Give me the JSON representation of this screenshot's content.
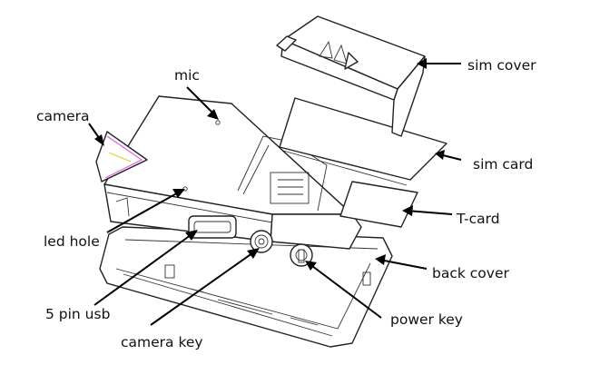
{
  "labels": {
    "mic": "mic",
    "camera": "camera",
    "sim_cover": "sim cover",
    "sim_card": "sim card",
    "t_card": "T-card",
    "led_hole": "led hole",
    "back_cover": "back cover",
    "five_pin_usb": "5 pin usb",
    "power_key": "power key",
    "camera_key": "camera key"
  },
  "colors": {
    "line": "#222222",
    "camera_lens_accent": "#e060e0",
    "camera_lens_accent2": "#e0d040"
  }
}
